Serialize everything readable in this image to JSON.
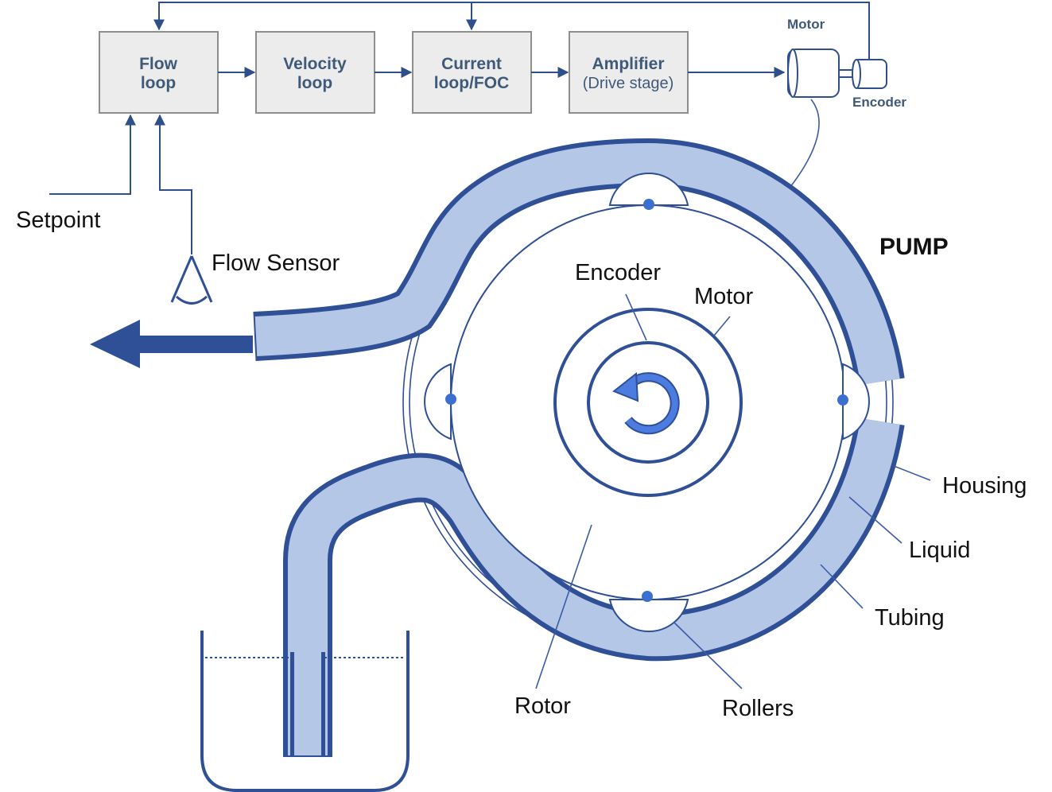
{
  "control": {
    "flow_loop": [
      "Flow",
      "loop"
    ],
    "velocity_loop": [
      "Velocity",
      "loop"
    ],
    "current_loop": [
      "Current",
      "loop/FOC"
    ],
    "amplifier": [
      "Amplifier",
      "(Drive stage)"
    ],
    "motor_small": "Motor",
    "encoder_small": "Encoder"
  },
  "labels": {
    "setpoint": "Setpoint",
    "flow_sensor": "Flow Sensor",
    "pump": "PUMP",
    "encoder": "Encoder",
    "motor": "Motor",
    "housing": "Housing",
    "liquid": "Liquid",
    "tubing": "Tubing",
    "rotor": "Rotor",
    "rollers": "Rollers"
  },
  "colors": {
    "navy": "#2f4f96",
    "liquid": "#b4c7e7",
    "block_fill": "#ececec",
    "block_stroke": "#8e8e8e",
    "block_text": "#3f5a78"
  }
}
